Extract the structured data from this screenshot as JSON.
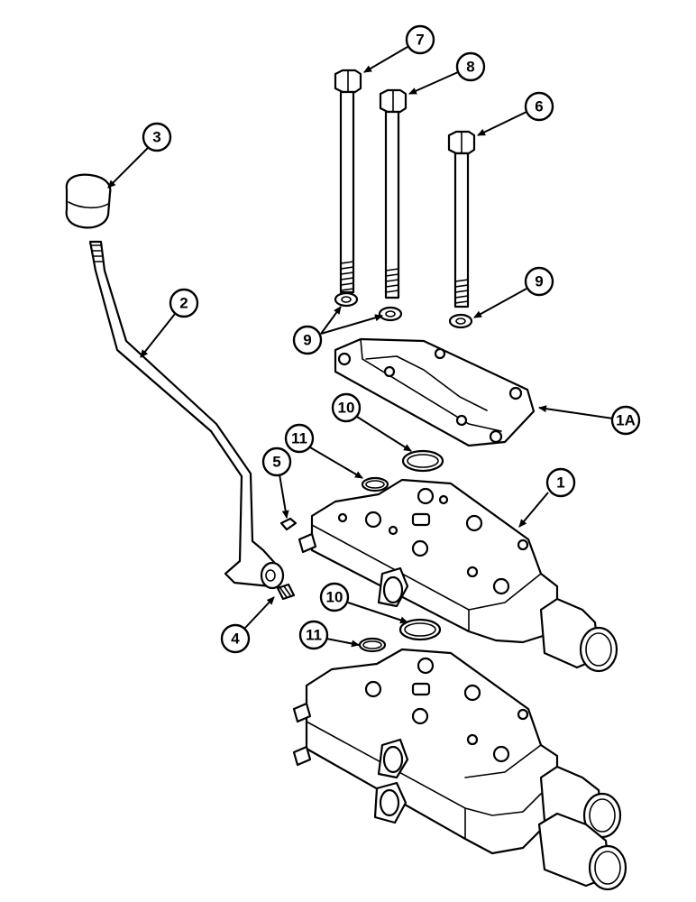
{
  "diagram": {
    "callouts": [
      {
        "id": "c7",
        "label": "7"
      },
      {
        "id": "c8",
        "label": "8"
      },
      {
        "id": "c6",
        "label": "6"
      },
      {
        "id": "c3",
        "label": "3"
      },
      {
        "id": "c2",
        "label": "2"
      },
      {
        "id": "c9a",
        "label": "9"
      },
      {
        "id": "c9b",
        "label": "9"
      },
      {
        "id": "c1a",
        "label": "1A"
      },
      {
        "id": "c10a",
        "label": "10"
      },
      {
        "id": "c11a",
        "label": "11"
      },
      {
        "id": "c5",
        "label": "5"
      },
      {
        "id": "c1",
        "label": "1"
      },
      {
        "id": "c4",
        "label": "4"
      },
      {
        "id": "c10b",
        "label": "10"
      },
      {
        "id": "c11b",
        "label": "11"
      }
    ]
  }
}
